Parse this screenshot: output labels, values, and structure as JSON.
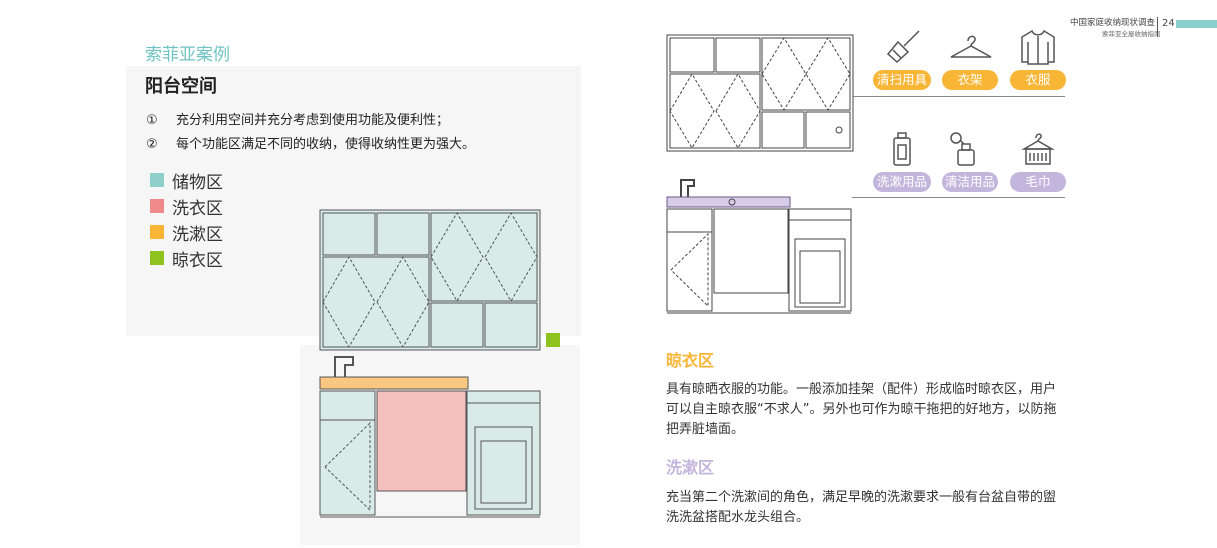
{
  "header": {
    "report_title": "中国家庭收纳现状调查",
    "report_subtitle": "索菲亚全屋收纳指南",
    "page_number": "24",
    "accent_color": "#8ccfcf"
  },
  "case": {
    "eyebrow": "索菲亚案例",
    "title": "阳台空间",
    "points": [
      {
        "num": "①",
        "text": "充分利用空间并充分考虑到使用功能及便利性；"
      },
      {
        "num": "②",
        "text": "每个功能区满足不同的收纳，使得收纳性更为强大。"
      }
    ]
  },
  "legend": [
    {
      "label": "储物区",
      "color": "#8fcfcb"
    },
    {
      "label": "洗衣区",
      "color": "#f08a8a"
    },
    {
      "label": "洗漱区",
      "color": "#f9b535"
    },
    {
      "label": "晾衣区",
      "color": "#8dc21f"
    }
  ],
  "tags_row1": [
    {
      "label": "清扫用具",
      "icon": "broom-icon"
    },
    {
      "label": "衣架",
      "icon": "hanger-icon"
    },
    {
      "label": "衣服",
      "icon": "shirt-icon"
    }
  ],
  "tags_row1_color": "#f9b535",
  "tags_row2": [
    {
      "label": "洗漱用品",
      "icon": "bottle-icon"
    },
    {
      "label": "清洁用品",
      "icon": "spray-bottle-icon"
    },
    {
      "label": "毛巾",
      "icon": "towel-icon"
    }
  ],
  "tags_row2_color": "#c3b6dc",
  "sections": [
    {
      "title": "晾衣区",
      "color": "#f9b535",
      "text": "具有晾晒衣服的功能。一般添加挂架（配件）形成临时晾衣区，用户可以自主晾衣服“不求人”。另外也可作为晾干拖把的好地方，以防拖把弄脏墙面。"
    },
    {
      "title": "洗漱区",
      "color": "#c3b6dc",
      "text": "充当第二个洗漱间的角色，满足早晚的洗漱要求一般有台盆自带的盥洗洗盆搭配水龙头组合。"
    }
  ]
}
